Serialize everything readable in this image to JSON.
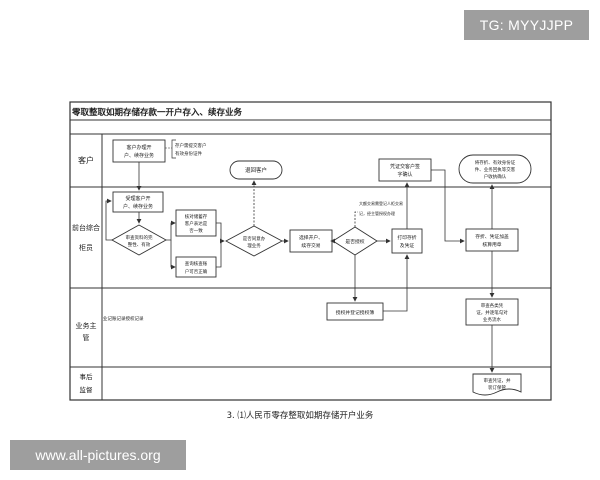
{
  "watermarks": {
    "top_right": "TG: MYYJJPP",
    "bottom_left": "www.all-pictures.org"
  },
  "diagram": {
    "title": "零取整取如期存储存款一开户存入、续存业务",
    "caption": "3. ⑴人民币零存整取如期存储开户业务",
    "lanes": {
      "customer": "客户",
      "teller_a": "前台综合",
      "teller_b": "柜员",
      "supervisor_a": "业务主",
      "supervisor_b": "管",
      "audit_a": "事后",
      "audit_b": "监督"
    },
    "nodes": {
      "start_l1": "客户办理开",
      "start_l2": "户、续存业务",
      "note_l1": "存户需提交客户",
      "note_l2": "有效身份证件",
      "return_customer": "退回客户",
      "customer_sign_l1": "凭证交客户签",
      "customer_sign_l2": "字确认",
      "end_l1": "将存折、有效身份证",
      "end_l2": "件、业务回执等交客",
      "end_l3": "户收执确认",
      "accept_l1": "受理客户开",
      "accept_l2": "户、续存业务",
      "check_l1": "审查资料的完",
      "check_l2": "整性、有效",
      "verify_a_l1": "核对储蓄存",
      "verify_a_l2": "客户表达是",
      "verify_a_l3": "否一致",
      "verify_b_l1": "查询核查账",
      "verify_b_l2": "户可否正确",
      "decision_l1": "是否同意办",
      "decision_l2": "理业务",
      "select_l1": "选择开户、",
      "select_l2": "续存交易",
      "auth_decision": "是否授权",
      "print_l1": "打印存折",
      "print_l2": "及凭证",
      "side_note_a": "大额交易需登记人柜交易",
      "side_note_b": "记，经主管授权办理",
      "deposit_l1": "存折、凭证加盖",
      "deposit_l2": "核算用章",
      "sup_note": "业记账记录授权记录",
      "auth_register": "授权并登记授权簿",
      "review_l1": "审查各类凭",
      "review_l2": "证，并逐笔勾对",
      "review_l3": "业务流水",
      "audit_l1": "审查凭证，并",
      "audit_l2": "装订保管"
    }
  }
}
